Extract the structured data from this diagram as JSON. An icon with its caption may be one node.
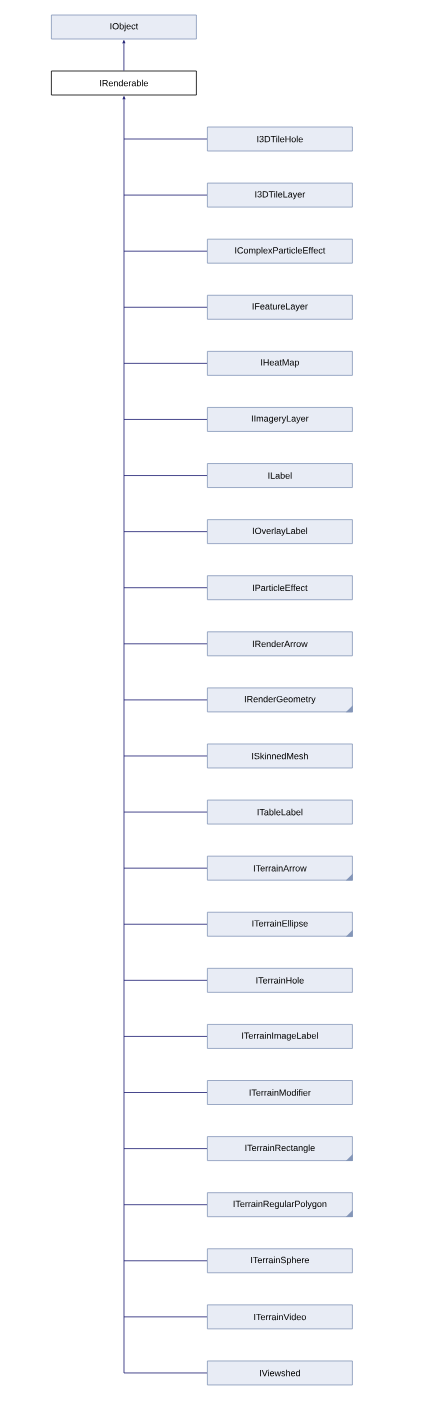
{
  "diagram": {
    "nodes": [
      {
        "text": [
          "IObject"
        ]
      },
      {
        "text": [
          "IRenderable"
        ]
      },
      {
        "text": [
          "I3DTileHole"
        ]
      },
      {
        "text": [
          "I3DTileLayer"
        ]
      },
      {
        "text": [
          "IComplexParticleEffect"
        ]
      },
      {
        "text": [
          "IFeatureLayer"
        ]
      },
      {
        "text": [
          "IHeatMap"
        ]
      },
      {
        "text": [
          "IImageryLayer"
        ]
      },
      {
        "text": [
          "ILabel"
        ]
      },
      {
        "text": [
          "IOverlayLabel"
        ]
      },
      {
        "text": [
          "IParticleEffect"
        ]
      },
      {
        "text": [
          "IRenderArrow"
        ]
      },
      {
        "text": [
          "IRenderGeometry"
        ]
      },
      {
        "text": [
          "ISkinnedMesh"
        ]
      },
      {
        "text": [
          "ITableLabel"
        ]
      },
      {
        "text": [
          "ITerrainArrow"
        ]
      },
      {
        "text": [
          "ITerrainEllipse"
        ]
      },
      {
        "text": [
          "ITerrainHole"
        ]
      },
      {
        "text": [
          "ITerrainImageLabel"
        ]
      },
      {
        "text": [
          "ITerrainModifier"
        ]
      },
      {
        "text": [
          "ITerrainRectangle"
        ]
      },
      {
        "text": [
          "ITerrainRegularPolygon"
        ]
      },
      {
        "text": [
          "ITerrainSphere"
        ]
      },
      {
        "text": [
          "ITerrainVideo"
        ]
      },
      {
        "text": [
          "IViewshed"
        ]
      }
    ],
    "edges": [
      {
        "from": 1,
        "to": 0,
        "arrow": "to"
      },
      {
        "from": 2,
        "to": 1,
        "arrow": "to"
      },
      {
        "from": 3,
        "to": 1,
        "arrow": "to"
      },
      {
        "from": 4,
        "to": 1,
        "arrow": "to"
      },
      {
        "from": 5,
        "to": 1,
        "arrow": "to"
      },
      {
        "from": 6,
        "to": 1,
        "arrow": "to"
      },
      {
        "from": 7,
        "to": 1,
        "arrow": "to"
      },
      {
        "from": 8,
        "to": 1,
        "arrow": "to"
      },
      {
        "from": 9,
        "to": 1,
        "arrow": "to"
      },
      {
        "from": 10,
        "to": 1,
        "arrow": "to"
      },
      {
        "from": 11,
        "to": 1,
        "arrow": "to"
      },
      {
        "from": 12,
        "to": 1,
        "arrow": "to"
      },
      {
        "from": 13,
        "to": 1,
        "arrow": "to"
      },
      {
        "from": 14,
        "to": 1,
        "arrow": "to"
      },
      {
        "from": 15,
        "to": 1,
        "arrow": "to"
      },
      {
        "from": 16,
        "to": 1,
        "arrow": "to"
      },
      {
        "from": 17,
        "to": 1,
        "arrow": "to"
      },
      {
        "from": 18,
        "to": 1,
        "arrow": "to"
      },
      {
        "from": 19,
        "to": 1,
        "arrow": "to"
      },
      {
        "from": 20,
        "to": 1,
        "arrow": "to"
      },
      {
        "from": 21,
        "to": 1,
        "arrow": "to"
      },
      {
        "from": 22,
        "to": 1,
        "arrow": "to"
      },
      {
        "from": 23,
        "to": 1,
        "arrow": "to"
      },
      {
        "from": 24,
        "to": 1,
        "arrow": "to"
      }
    ]
  }
}
